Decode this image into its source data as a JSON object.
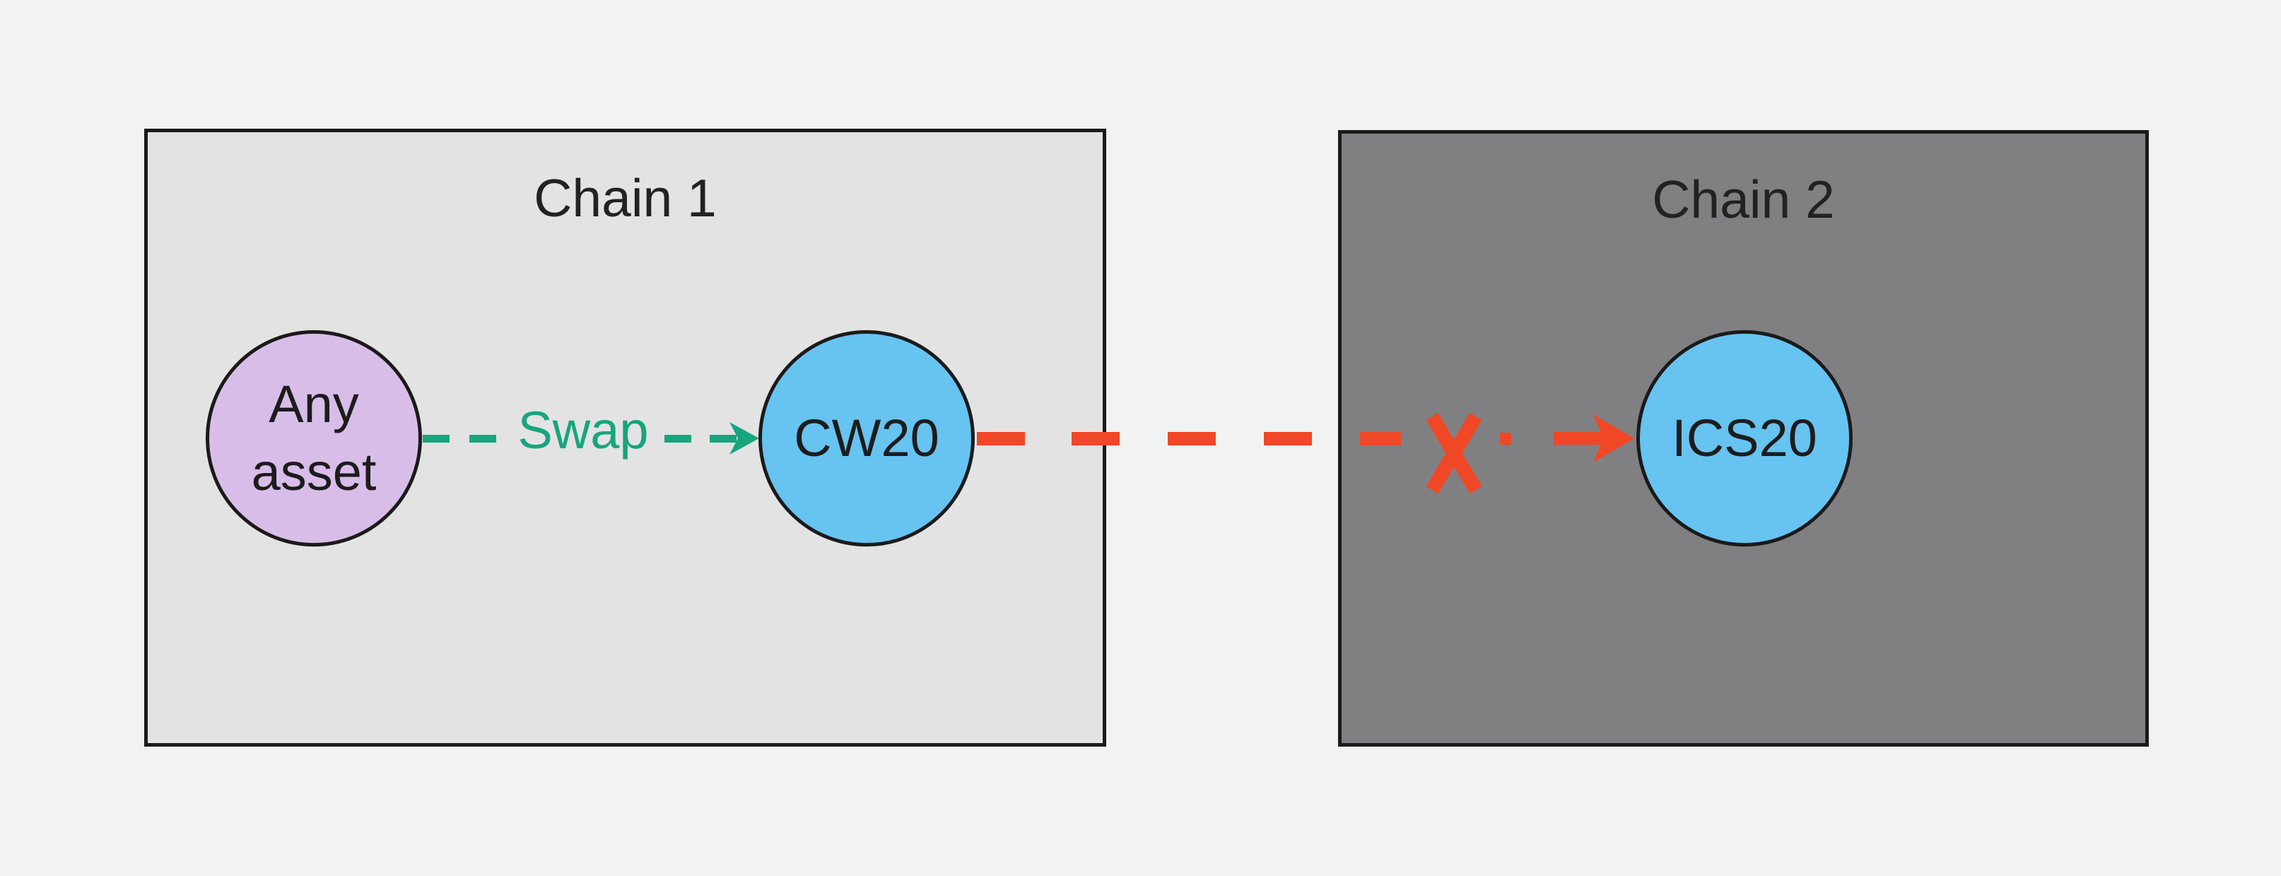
{
  "diagram": {
    "chain1": {
      "title": "Chain 1"
    },
    "chain2": {
      "title": "Chain 2"
    },
    "nodes": {
      "any_asset": "Any asset",
      "cw20": "CW20",
      "ics20": "ICS20"
    },
    "edges": {
      "swap_label": "Swap",
      "blocked_marker": "X",
      "swap_arrow": "any-asset to CW20 dashed arrow",
      "blocked_arrow": "CW20 to ICS20 dashed arrow blocked"
    },
    "colors": {
      "background": "#f1f2f2",
      "chain1_fill": "#e3e3e4",
      "chain2_fill": "#808082",
      "outline": "#1a1a1a",
      "asset_fill": "#d9bde9",
      "token_fill": "#67c3f0",
      "swap_green": "#17a57d",
      "blocked_red": "#f04726"
    }
  }
}
